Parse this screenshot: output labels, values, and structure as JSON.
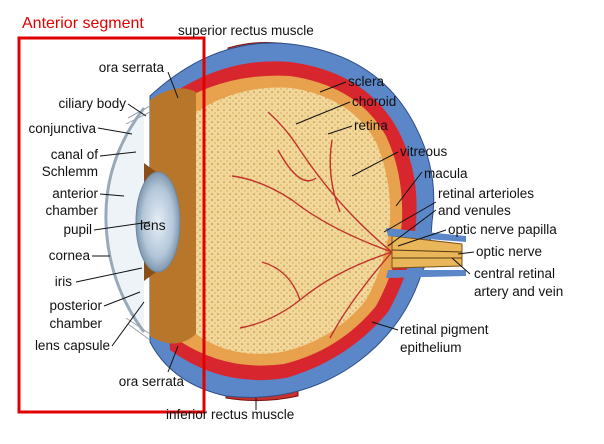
{
  "title": "Anterior segment",
  "highlight_color": "#e00000",
  "labels": {
    "superior_rectus": "superior rectus muscle",
    "ora_serrata_top": "ora serrata",
    "ciliary_body": "ciliary body",
    "conjunctiva": "conjunctiva",
    "canal_of": "canal of",
    "schlemm": "Schlemm",
    "anterior": "anterior",
    "chamber_ant": "chamber",
    "pupil": "pupil",
    "cornea": "cornea",
    "iris": "iris",
    "posterior": "posterior",
    "chamber_post": "chamber",
    "lens_capsule": "lens capsule",
    "ora_serrata_bottom": "ora serrata",
    "inferior_rectus": "inferior rectus muscle",
    "lens": "lens",
    "sclera": "sclera",
    "choroid": "choroid",
    "retina": "retina",
    "vitreous": "vitreous",
    "macula": "macula",
    "retinal_arterioles": "retinal arterioles",
    "and_venules": "and venules",
    "optic_nerve_papilla": "optic nerve papilla",
    "optic_nerve": "optic nerve",
    "central_retinal": "central retinal",
    "artery_and_vein": "artery and vein",
    "retinal_pigment": "retinal pigment",
    "epithelium": "epithelium"
  },
  "colors": {
    "sclera": "#5b86c8",
    "choroid": "#d8262e",
    "retina": "#e8a14c",
    "vitreous": "#f2d79a",
    "lens": "#b9cde0",
    "iris_ciliary": "#b8762a",
    "muscle": "#c8302c",
    "optic_nerve": "#e9b65a"
  }
}
